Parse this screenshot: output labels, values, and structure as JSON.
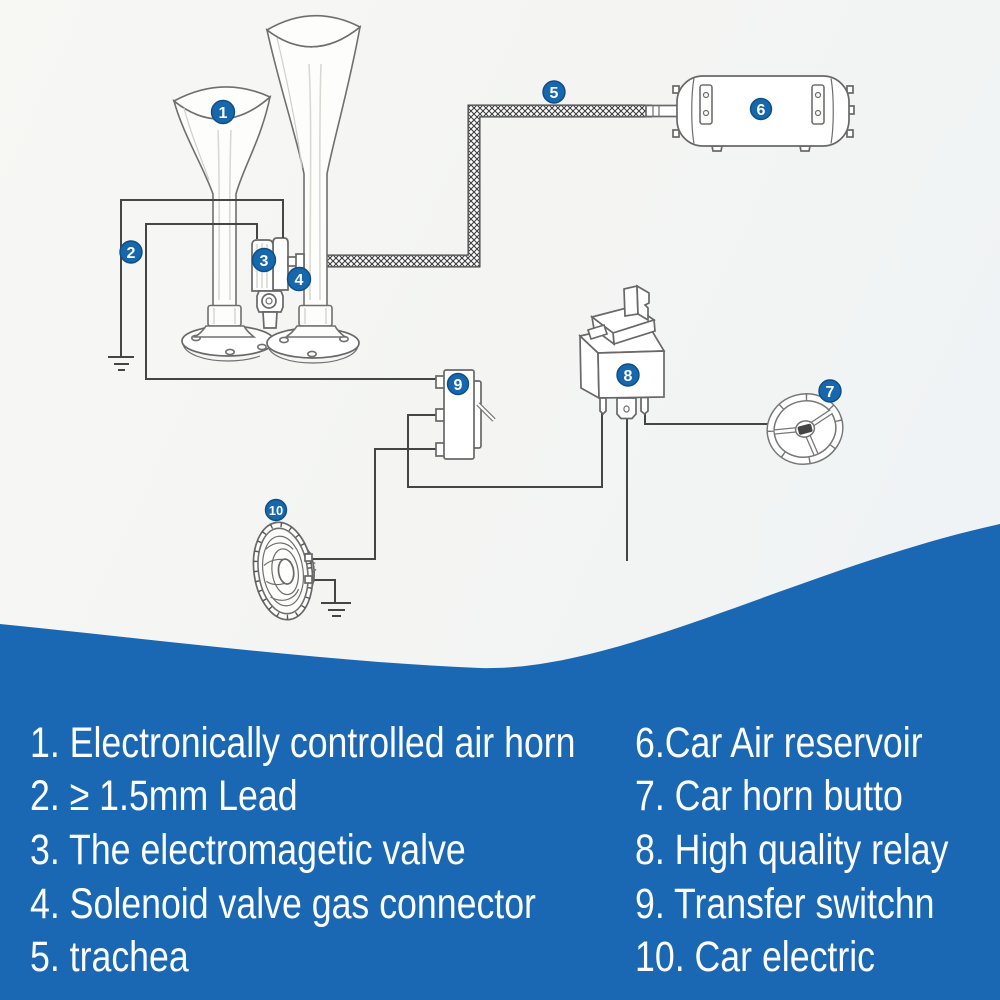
{
  "figure": {
    "description": "Wiring diagram of a dual-trumpet car air horn kit",
    "type": "wiring-diagram"
  },
  "markers": [
    {
      "label": "1",
      "target": "air-horn-trumpets"
    },
    {
      "label": "2",
      "target": "lead-wires"
    },
    {
      "label": "3",
      "target": "electromagnetic-valve"
    },
    {
      "label": "4",
      "target": "solenoid-valve-gas-connector"
    },
    {
      "label": "5",
      "target": "trachea-hose"
    },
    {
      "label": "6",
      "target": "car-air-reservoir"
    },
    {
      "label": "7",
      "target": "car-horn-button-steering-wheel"
    },
    {
      "label": "8",
      "target": "relay"
    },
    {
      "label": "9",
      "target": "transfer-switch"
    },
    {
      "label": "10",
      "target": "car-electric-speaker"
    }
  ],
  "legend": {
    "left": [
      {
        "label": "1. Electronically controlled air horn"
      },
      {
        "label": "2. ≥ 1.5mm Lead"
      },
      {
        "label": "3. The electromagetic valve"
      },
      {
        "label": "4. Solenoid valve gas connector"
      },
      {
        "label": "5. trachea"
      }
    ],
    "right": [
      {
        "label": "6.Car Air reservoir"
      },
      {
        "label": "7. Car horn butto"
      },
      {
        "label": "8. High quality relay"
      },
      {
        "label": "9. Transfer switchn"
      },
      {
        "label": "10. Car electric"
      }
    ]
  },
  "colors": {
    "wave_blue": "#1a68b4",
    "marker_blue": "#1767ac",
    "marker_ring": "#0e4d85",
    "legend_text": "#fdfdfd",
    "line_gray": "#4e4e4e",
    "background": "#f4f5f3"
  }
}
